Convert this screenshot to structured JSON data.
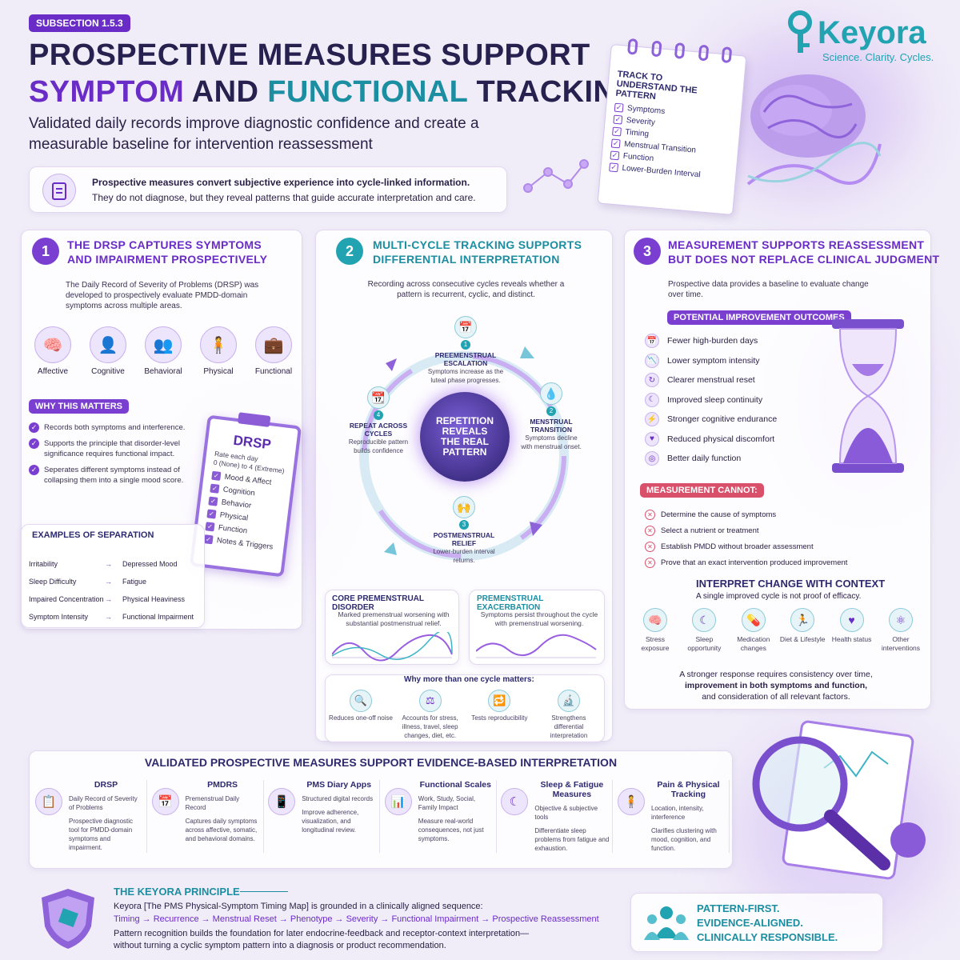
{
  "subsection": "SUBSECTION 1.5.3",
  "title": {
    "line1": "PROSPECTIVE MEASURES SUPPORT",
    "w1": "SYMPTOM",
    "w2": "AND",
    "w3": "FUNCTIONAL",
    "w4": "TRACKING"
  },
  "subtitle": "Validated daily records improve diagnostic confidence and create a measurable baseline for intervention reassessment",
  "brand": {
    "name": "Keyora",
    "tagline": "Science. Clarity. Cycles."
  },
  "notepad": {
    "title1": "TRACK TO",
    "title2": "UNDERSTAND THE PATTERN",
    "items": [
      "Symptoms",
      "Severity",
      "Timing",
      "Menstrual Transition",
      "Function",
      "Lower-Burden Interval"
    ]
  },
  "intro": {
    "line1": "Prospective measures convert subjective experience into cycle-linked information.",
    "line2": "They do not diagnose, but they reveal patterns that guide accurate interpretation and care."
  },
  "s1": {
    "num": "1",
    "title1": "THE DRSP CAPTURES SYMPTOMS",
    "title2": "AND IMPAIRMENT PROSPECTIVELY",
    "desc": "The Daily Record of Severity of Problems (DRSP) was developed to prospectively evaluate PMDD-domain symptoms across multiple areas.",
    "domains": [
      "Affective",
      "Cognitive",
      "Behavioral",
      "Physical",
      "Functional"
    ],
    "why_title": "WHY THIS MATTERS",
    "why": [
      "Records both symptoms and interference.",
      "Supports the principle that disorder-level significance requires functional impact.",
      "Seperates different symptoms instead of collapsing them into a single mood score."
    ],
    "clip": {
      "title": "DRSP",
      "rate1": "Rate each day",
      "rate2": "0 (None) to 4 (Extreme)",
      "items": [
        "Mood & Affect",
        "Cognition",
        "Behavior",
        "Physical",
        "Function",
        "Notes & Triggers"
      ]
    },
    "ex_title": "EXAMPLES OF SEPARATION",
    "examples": [
      [
        "Irritability",
        "Depressed Mood"
      ],
      [
        "Sleep Difficulty",
        "Fatigue"
      ],
      [
        "Impaired Concentration",
        "Physical Heaviness"
      ],
      [
        "Symptom Intensity",
        "Functional Impairment"
      ]
    ]
  },
  "s2": {
    "num": "2",
    "title1": "MULTI-CYCLE TRACKING SUPPORTS",
    "title2": "DIFFERENTIAL INTERPRETATION",
    "desc": "Recording across consecutive cycles reveals whether a pattern is recurrent, cyclic, and distinct.",
    "center": "REPETITION REVEALS THE REAL PATTERN",
    "stages": [
      {
        "n": "1",
        "title": "PREEMENSTRUAL ESCALATION",
        "text": "Symptoms increase as the luteal phase progresses."
      },
      {
        "n": "2",
        "title": "MENSTRUAL TRANSITION",
        "text": "Symptoms decline with menstrual onset."
      },
      {
        "n": "3",
        "title": "POSTMENSTRUAL RELIEF",
        "text": "Lower-burden interval returns."
      },
      {
        "n": "4",
        "title": "REPEAT ACROSS CYCLES",
        "text": "Reproducible pattern builds confidence"
      }
    ],
    "core": {
      "title": "CORE PREMENSTRUAL DISORDER",
      "text": "Marked premenstrual worsening with substantial postmenstrual relief."
    },
    "exac": {
      "title": "PREMENSTRUAL EXACERBATION",
      "text": "Symptoms persist throughout the cycle with premenstrual worsening."
    },
    "why_title": "Why more than one cycle matters:",
    "why": [
      "Reduces one-off noise",
      "Accounts for stress, illness, travel, sleep changes, diet, etc.",
      "Tests reproducibility",
      "Strengthens differential interpretation"
    ]
  },
  "s3": {
    "num": "3",
    "title1": "MEASUREMENT SUPPORTS REASSESSMENT",
    "title2": "BUT DOES NOT REPLACE CLINICAL JUDGMENT",
    "desc": "Prospective data provides a baseline to evaluate change over time.",
    "pot_title": "POTENTIAL IMPROVEMENT OUTCOMES",
    "outcomes": [
      "Fewer high-burden days",
      "Lower symptom intensity",
      "Clearer menstrual reset",
      "Improved sleep continuity",
      "Stronger cognitive endurance",
      "Reduced physical discomfort",
      "Better daily function"
    ],
    "cannot_title": "MEASUREMENT CANNOT:",
    "cannot": [
      "Determine the cause of symptoms",
      "Select a nutrient or treatment",
      "Establish PMDD without broader assessment",
      "Prove that an exact intervention produced improvement"
    ],
    "ctx_title": "INTERPRET CHANGE WITH CONTEXT",
    "ctx_sub": "A single improved cycle is not proof of efficacy.",
    "factors": [
      "Stress exposure",
      "Sleep opportunity",
      "Medication changes",
      "Diet & Lifestyle",
      "Health status",
      "Other interventions"
    ],
    "foot1": "A stronger response requires consistency over time,",
    "foot2": "improvement in both symptoms and function,",
    "foot3": "and consideration of all relevant factors."
  },
  "measures": {
    "title": "VALIDATED PROSPECTIVE MEASURES SUPPORT EVIDENCE-BASED INTERPRETATION",
    "items": [
      {
        "name": "DRSP",
        "sub": "Daily Record of Severity of Problems",
        "text": "Prospective diagnostic tool for PMDD-domain symptoms and impairment."
      },
      {
        "name": "PMDRS",
        "sub": "Premenstrual Daily Record",
        "text": "Captures daily symptoms across affective, somatic, and behavioral domains."
      },
      {
        "name": "PMS Diary Apps",
        "sub": "Structured digital records",
        "text": "Improve adherence, visualization, and longitudinal review."
      },
      {
        "name": "Functional Scales",
        "sub": "Work, Study, Social, Family Impact",
        "text": "Measure real-world consequences, not just symptoms."
      },
      {
        "name": "Sleep & Fatigue Measures",
        "sub": "Objective & subjective tools",
        "text": "Differentiate sleep problems from fatigue and exhaustion."
      },
      {
        "name": "Pain & Physical Tracking",
        "sub": "Location, intensity, interference",
        "text": "Clarifies clustering with mood, cognition, and function."
      }
    ]
  },
  "principle": {
    "title": "THE KEYORA PRINCIPLE",
    "line1": "Keyora [The PMS Physical-Symptom Timing Map] is grounded in a clinically aligned sequence:",
    "seq": "Timing → Recurrence → Menstrual Reset → Phenotype → Severity → Functional Impairment → Prospective Reassessment",
    "line3": "Pattern recognition builds the foundation for later endocrine-feedback and receptor-context interpretation—",
    "line4": "without turning a cyclic symptom pattern into a diagnosis or product recommendation."
  },
  "motto": [
    "PATTERN-FIRST.",
    "EVIDENCE-ALIGNED.",
    "CLINICALLY RESPONSIBLE."
  ]
}
